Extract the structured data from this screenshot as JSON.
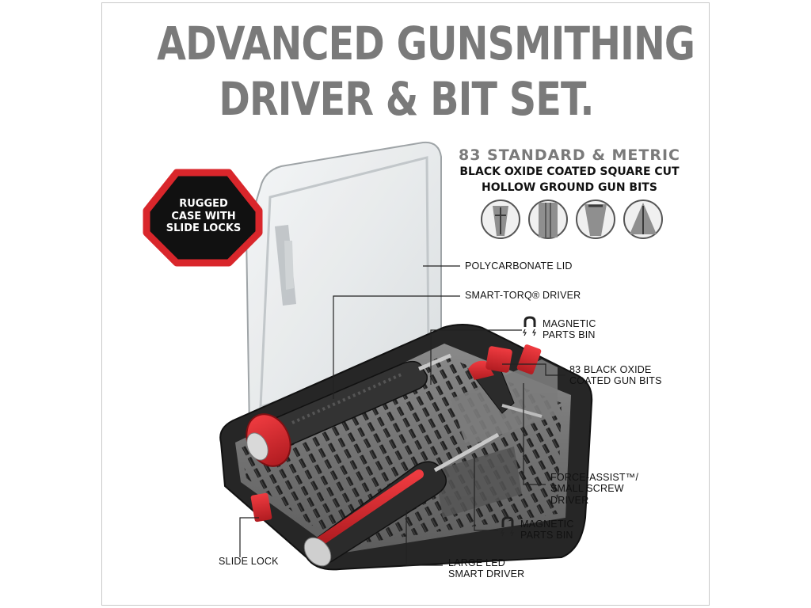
{
  "headline": {
    "line1": "ADVANCED GUNSMITHING",
    "line2": "DRIVER & BIT SET."
  },
  "bits_info": {
    "line1": "83 STANDARD & METRIC",
    "line2": "BLACK OXIDE COATED SQUARE CUT",
    "line3": "HOLLOW GROUND GUN BITS",
    "icons": [
      "phillips-bit-icon",
      "hex-bit-icon",
      "flat-bit-icon",
      "torx-bit-icon"
    ]
  },
  "badge": {
    "line1": "RUGGED",
    "line2": "CASE WITH",
    "line3": "SLIDE LOCKS"
  },
  "callouts": {
    "lid": "POLYCARBONATE LID",
    "driver": "SMART-TORQ® DRIVER",
    "bin1_line1": "MAGNETIC",
    "bin1_line2": "PARTS BIN",
    "bits_line1": "83 BLACK OXIDE",
    "bits_line2": "COATED GUN BITS",
    "force_line1": "FORCE-ASSIST™/",
    "force_line2": "SMALL SCREW",
    "force_line3": "DRIVER",
    "bin2_line1": "MAGNETIC",
    "bin2_line2": "PARTS BIN",
    "slide_lock": "SLIDE LOCK",
    "led_line1": "LARGE LED",
    "led_line2": "SMART DRIVER"
  },
  "colors": {
    "accent_red": "#d9262b",
    "title_gray": "#7a7a7a",
    "case_dark": "#2a2a2a",
    "tray_gray": "#6f6f6f"
  }
}
